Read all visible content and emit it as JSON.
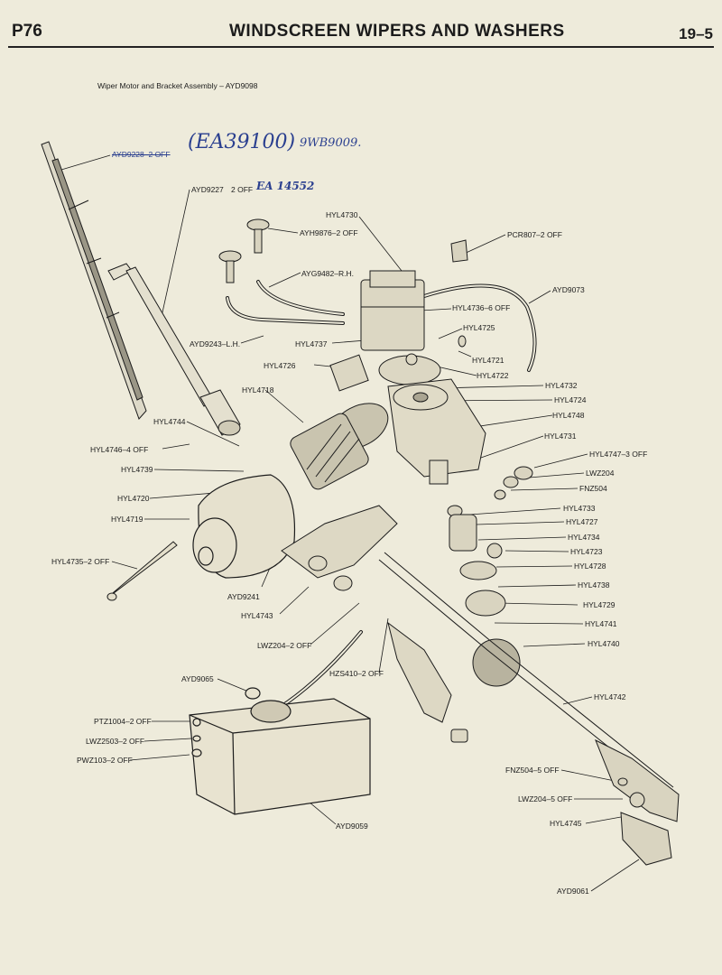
{
  "header": {
    "page": "P76",
    "title": "WINDSCREEN WIPERS AND WASHERS",
    "section": "19–5"
  },
  "subtitle": "Wiper Motor and Bracket Assembly – AYD9098",
  "labels": {
    "ayd9228": "AYD9228–2 OFF",
    "ayd9227": "AYD9227",
    "ayd9227_qty": "2 OFF",
    "hyl4730": "HYL4730",
    "ayh9876": "AYH9876–2 OFF",
    "pcr807": "PCR807–2 OFF",
    "ayg9482": "AYG9482–R.H.",
    "ayd9073": "AYD9073",
    "hyl4736": "HYL4736–6 OFF",
    "hyl4725": "HYL4725",
    "ayd9243": "AYD9243–L.H.",
    "hyl4737": "HYL4737",
    "hyl4721": "HYL4721",
    "hyl4726": "HYL4726",
    "hyl4722": "HYL4722",
    "hyl4732": "HYL4732",
    "hyl4718": "HYL4718",
    "hyl4724": "HYL4724",
    "hyl4748": "HYL4748",
    "hyl4744": "HYL4744",
    "hyl4731": "HYL4731",
    "hyl4746": "HYL4746–4 OFF",
    "hyl4747": "HYL4747–3 OFF",
    "hyl4739": "HYL4739",
    "lwz204": "LWZ204",
    "fnz504": "FNZ504",
    "hyl4720": "HYL4720",
    "hyl4733": "HYL4733",
    "hyl4719": "HYL4719",
    "hyl4727": "HYL4727",
    "hyl4734": "HYL4734",
    "hyl4723": "HYL4723",
    "hyl4735": "HYL4735–2 OFF",
    "hyl4728": "HYL4728",
    "hyl4738": "HYL4738",
    "ayd9241": "AYD9241",
    "hyl4729": "HYL4729",
    "hyl4743": "HYL4743",
    "hyl4741": "HYL4741",
    "hyl4740": "HYL4740",
    "lwz204_2": "LWZ204–2 OFF",
    "hzs410": "HZS410–2 OFF",
    "ayd9065": "AYD9065",
    "hyl4742": "HYL4742",
    "ptz1004": "PTZ1004–2 OFF",
    "lwz2503": "LWZ2503–2 OFF",
    "pwz103": "PWZ103–2 OFF",
    "fnz504_5": "FNZ504–5 OFF",
    "lwz204_5": "LWZ204–5 OFF",
    "hyl4745": "HYL4745",
    "ayd9059": "AYD9059",
    "ayd9061": "AYD9061"
  },
  "handwriting": {
    "note1": "(EA39100)",
    "note2": "9WB9009.",
    "note3": "EA 14552"
  },
  "colors": {
    "paper": "#eeebdb",
    "ink": "#1c1c1c",
    "pen": "#2a3f8f"
  }
}
